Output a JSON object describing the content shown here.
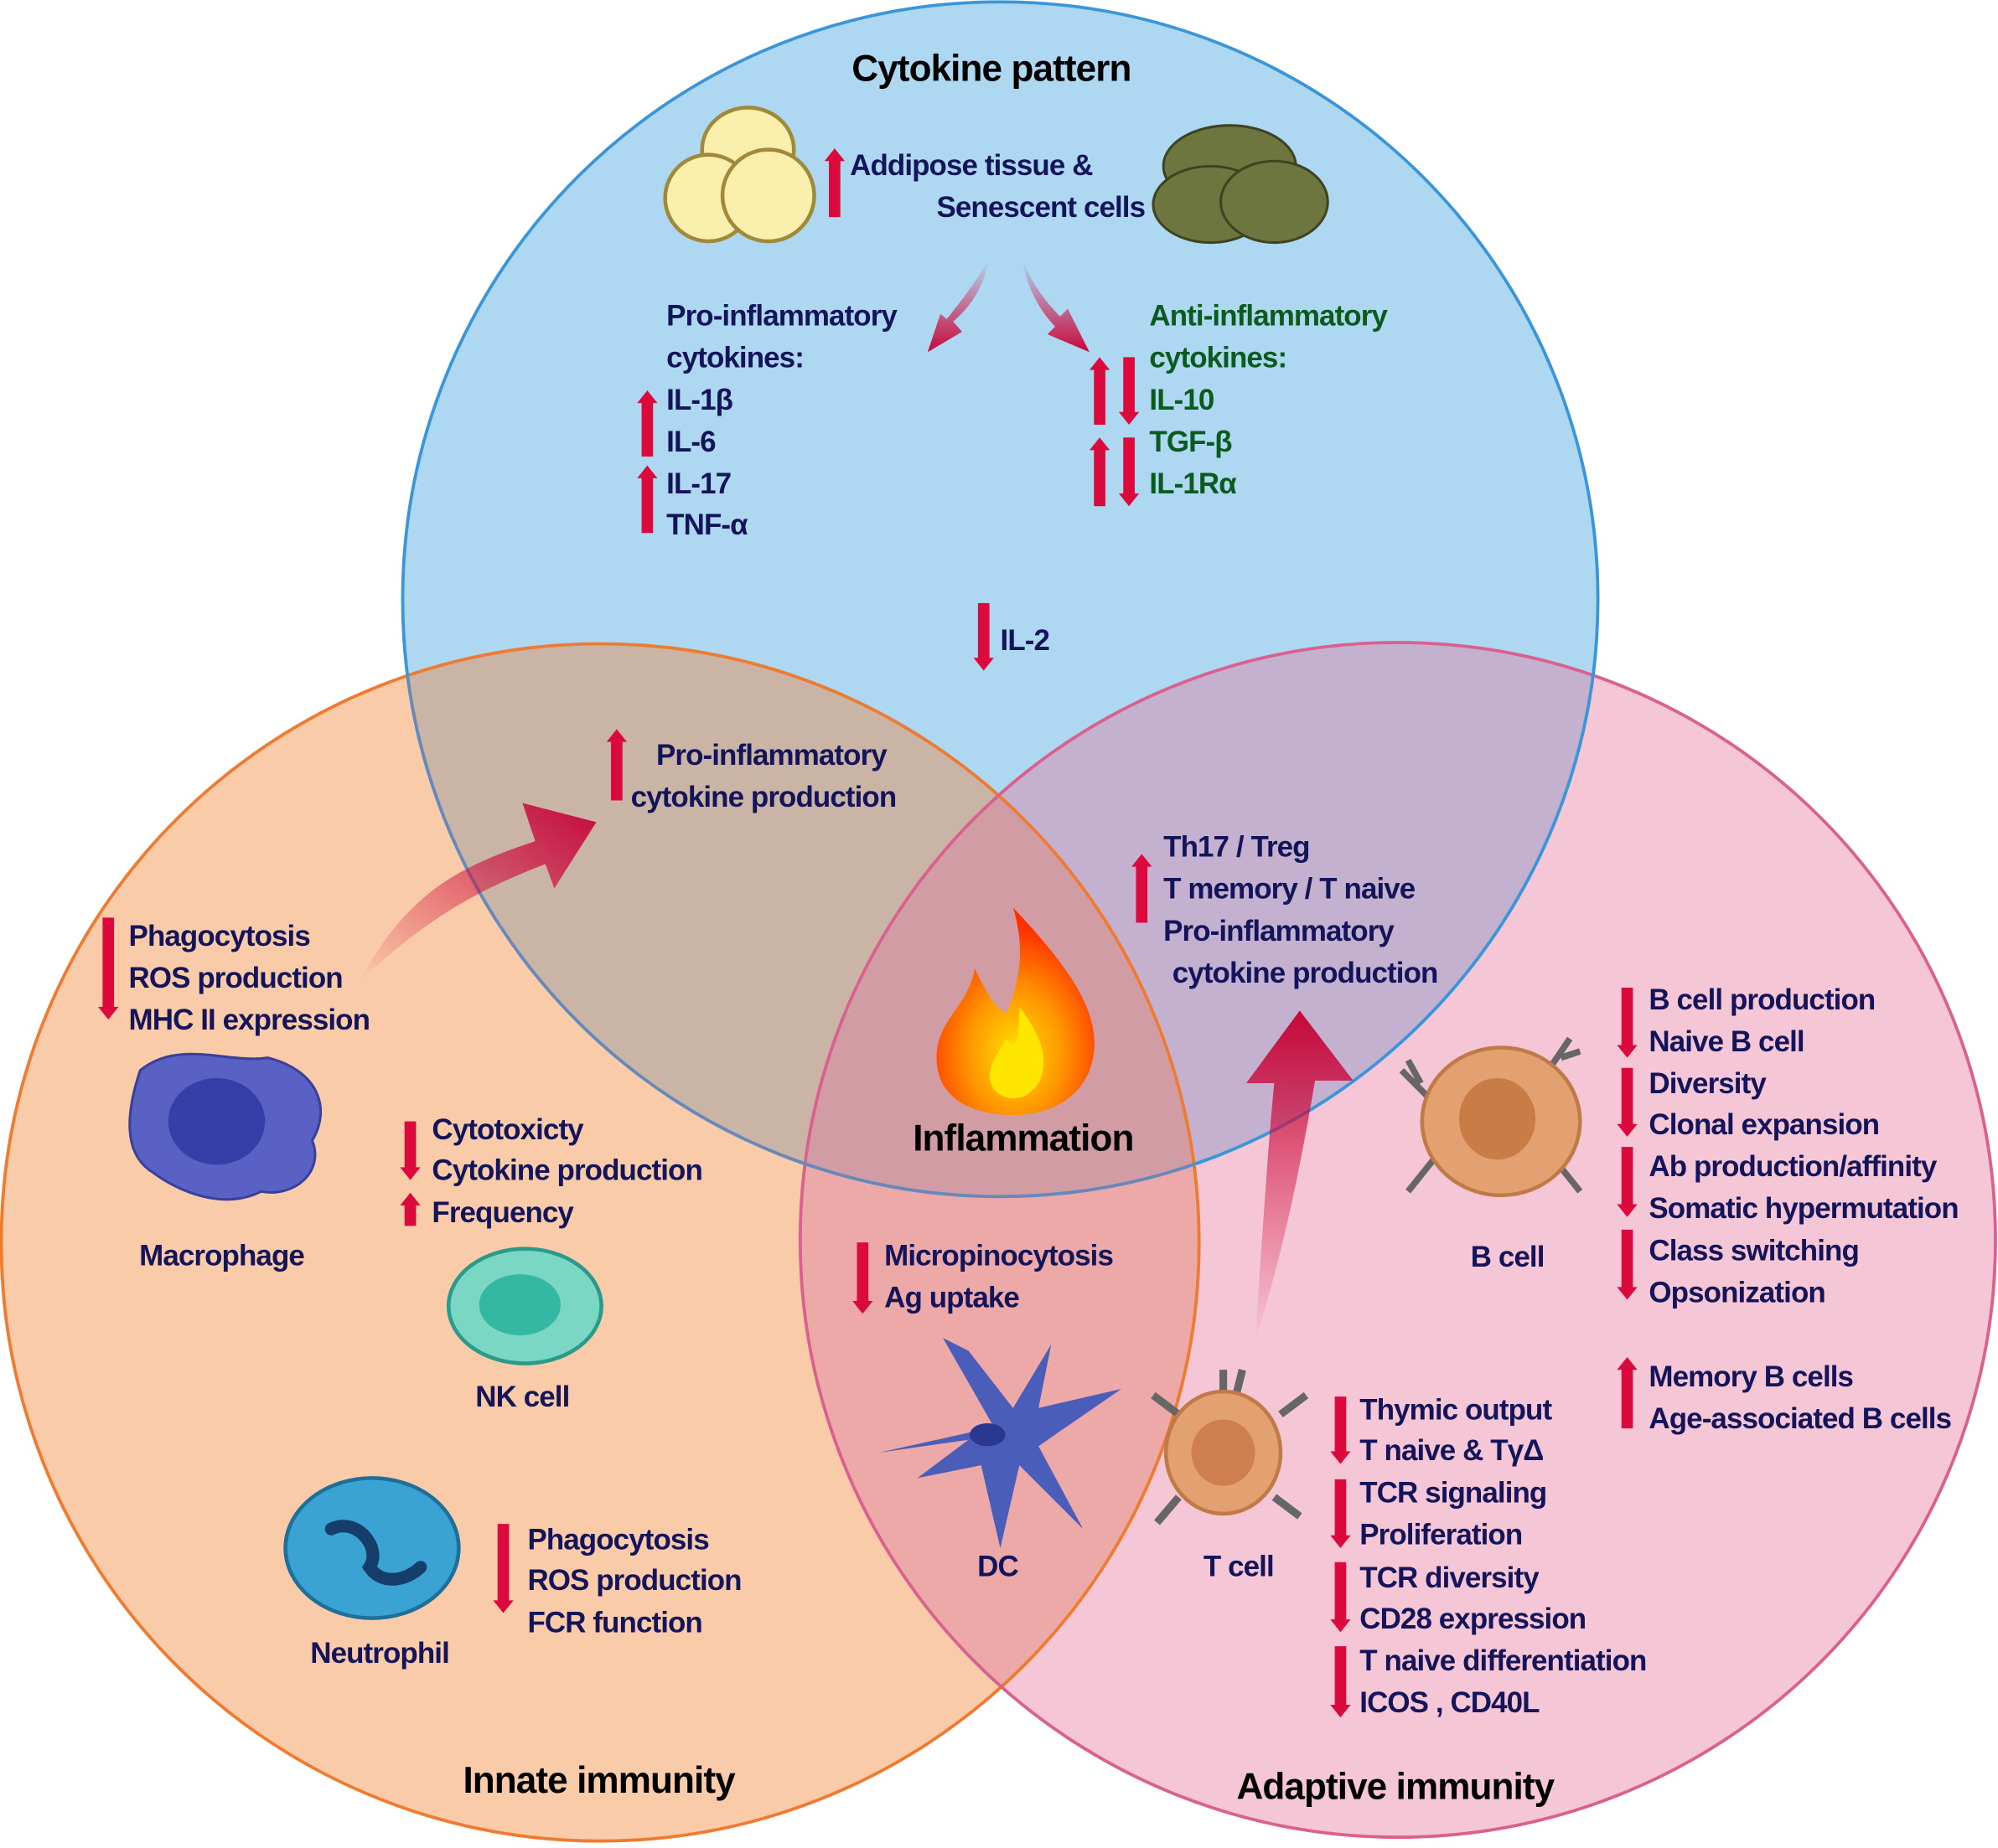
{
  "colors": {
    "cytokine_circle": "#aed8f2",
    "innate_circle": "#f9cba8",
    "adaptive_circle": "#f4c6d6",
    "arrow": "#dc0a3c",
    "text": "#14145a",
    "anti_inflammatory_text": "#0b5a1f"
  },
  "cytokine": {
    "title": "Cytokine pattern",
    "source": [
      "Addipose tissue &",
      "Senescent cells"
    ],
    "pro_header": [
      "Pro-inflammatory",
      "cytokines:"
    ],
    "pro_list": [
      "IL-1β",
      "IL-6",
      "IL-17",
      "TNF-α"
    ],
    "anti_header": [
      "Anti-inflammatory",
      "cytokines:"
    ],
    "anti_list": [
      "IL-10",
      "TGF-β",
      "IL-1Rα"
    ],
    "il2": "IL-2"
  },
  "overlap_cytokine_innate": [
    "Pro-inflammatory",
    "cytokine production"
  ],
  "overlap_cytokine_adaptive": [
    "Th17 / Treg",
    "T memory / T naive",
    "Pro-inflammatory",
    "cytokine production"
  ],
  "center": {
    "label": "Inflammation"
  },
  "innate": {
    "title": "Innate immunity",
    "macrophage": {
      "label": "Macrophage",
      "effects": [
        "Phagocytosis",
        "ROS production",
        "MHC II expression"
      ]
    },
    "nk": {
      "label": "NK cell",
      "effects": [
        "Cytotoxicty",
        "Cytokine production",
        "Frequency"
      ]
    },
    "neutrophil": {
      "label": "Neutrophil",
      "effects": [
        "Phagocytosis",
        "ROS production",
        "FCR function"
      ]
    }
  },
  "dc": {
    "label": "DC",
    "effects": [
      "Micropinocytosis",
      "Ag uptake"
    ]
  },
  "adaptive": {
    "title": "Adaptive immunity",
    "tcell": {
      "label": "T cell",
      "effects": [
        "Thymic output",
        "T naive & TγΔ",
        "TCR signaling",
        "Proliferation",
        "TCR diversity",
        "CD28 expression",
        "T naive differentiation",
        "ICOS , CD40L"
      ]
    },
    "bcell": {
      "label": "B cell",
      "effects_down": [
        "B cell production",
        "Naive B cell",
        "Diversity",
        "Clonal expansion",
        "Ab production/affinity",
        "Somatic hypermutation",
        "Class switching",
        "Opsonization"
      ],
      "effects_up": [
        "Memory B cells",
        "Age-associated B cells"
      ]
    }
  }
}
